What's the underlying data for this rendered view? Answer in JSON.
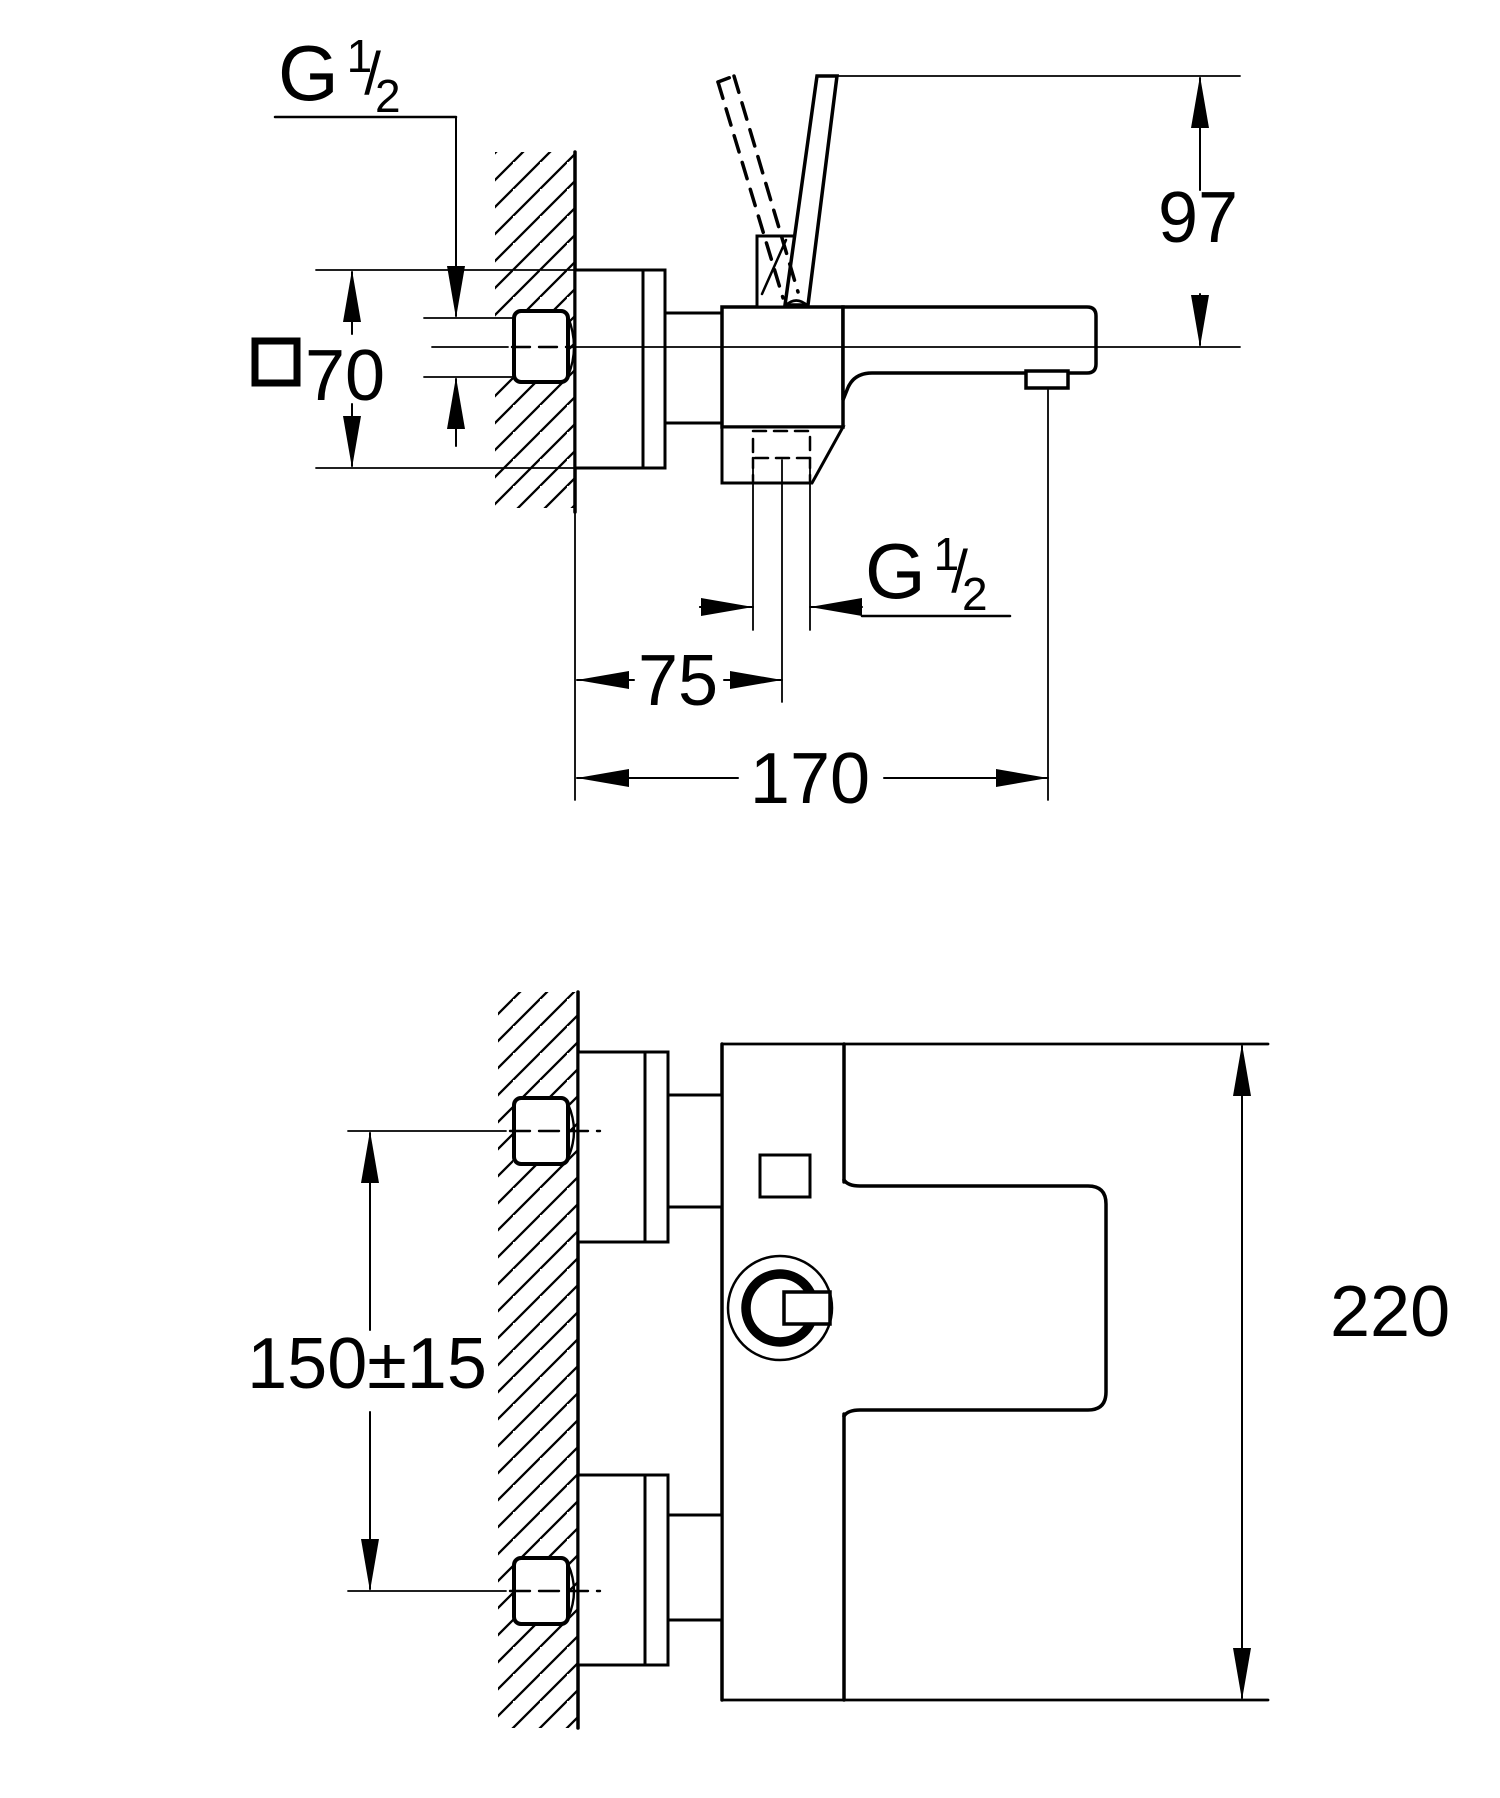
{
  "drawing": {
    "kind": "technical-dimension-drawing-bath-mixer",
    "dimensions": {
      "inlet_thread": {
        "symbol": "G",
        "numerator": "1",
        "slash": "/",
        "denominator": "2"
      },
      "outlet_thread": {
        "symbol": "G",
        "numerator": "1",
        "slash": "/",
        "denominator": "2"
      },
      "escutcheon_square": "70",
      "spout_to_lever_height": "97",
      "shower_outlet_offset": "75",
      "spout_projection": "170",
      "inlet_spacing": "150±15",
      "overall_width": "220"
    },
    "colors": {
      "line": "#000000",
      "background": "#ffffff"
    }
  }
}
